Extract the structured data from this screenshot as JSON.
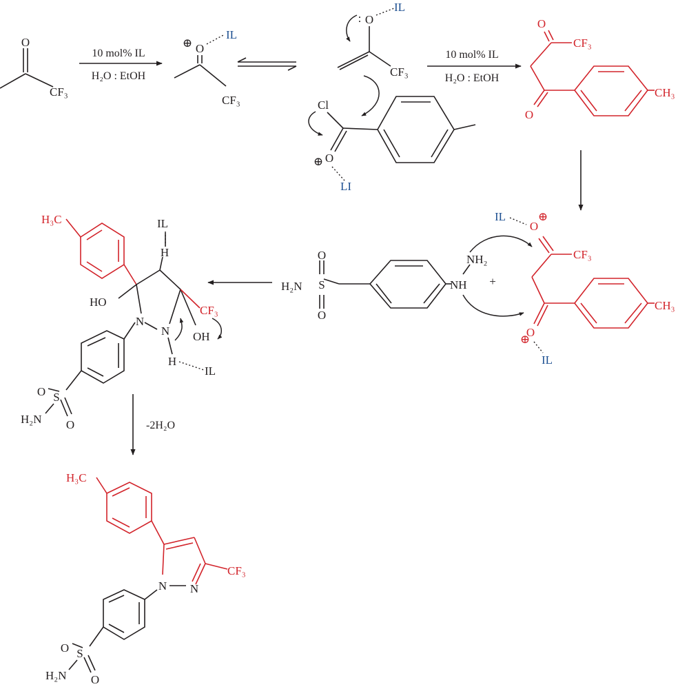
{
  "colors": {
    "bond": "#231f20",
    "highlight": "#d2232a",
    "ionic_liquid": "#1d4f91"
  },
  "reagents": {
    "condition_line1": "10 mol% IL",
    "condition_line2": "H₂O : EtOH",
    "dehydration": "-2H₂O",
    "plus": "+"
  },
  "atoms": {
    "O": "O",
    "CF3": "CF₃",
    "CH3": "CH₃",
    "H3C": "H₃C",
    "IL": "IL",
    "LI": "LI",
    "Cl": "Cl",
    "H": "H",
    "N": "N",
    "S": "S",
    "NH": "NH",
    "NH2": "NH₂",
    "H2N": "H₂N",
    "HO": "HO",
    "OH": "OH",
    "cation": "⊕",
    "lone_pair": ":"
  }
}
